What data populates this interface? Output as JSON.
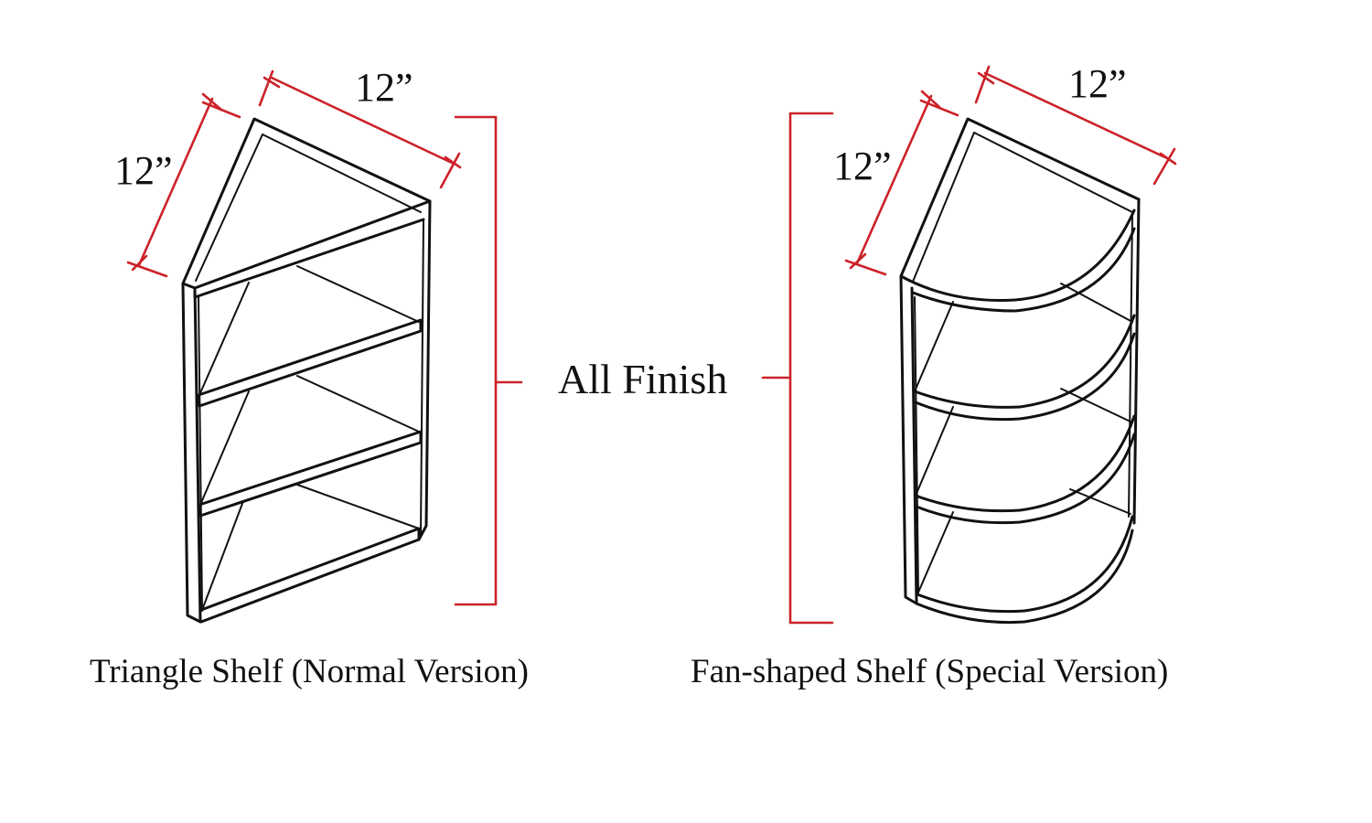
{
  "center_label": "All Finish",
  "left": {
    "caption": "Triangle Shelf (Normal Version)",
    "dim_side": "12”",
    "dim_top": "12”"
  },
  "right": {
    "caption": "Fan-shaped Shelf (Special Version)",
    "dim_side": "12”",
    "dim_top": "12”"
  },
  "colors": {
    "dimension_lines": "#cc2229",
    "outline": "#111111"
  }
}
